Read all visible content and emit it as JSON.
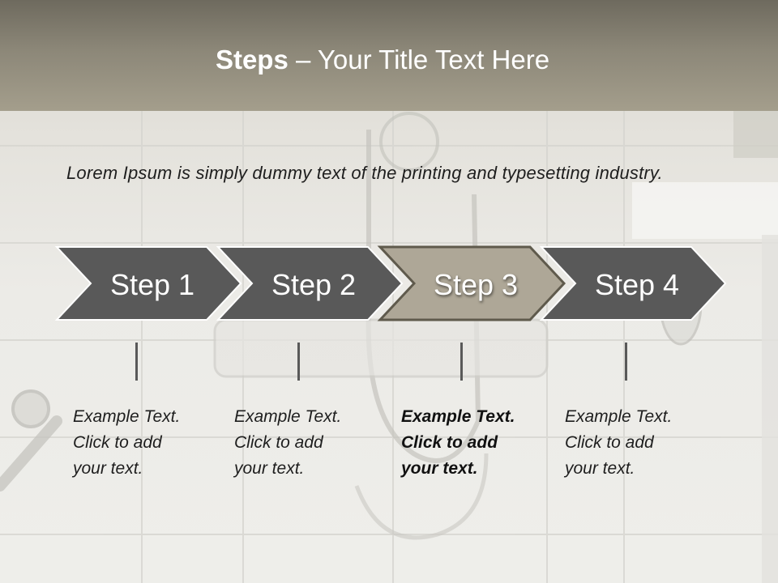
{
  "slide": {
    "title_bold": "Steps",
    "title_rest": " – Your Title Text Here",
    "intro": "Lorem Ipsum is simply dummy text of the printing and typesetting industry."
  },
  "colors": {
    "header": "#8c8778",
    "step_fill": "#595959",
    "step_active_fill": "#aea797",
    "step_border": "#ffffff",
    "step_active_border": "#5f5a4c"
  },
  "steps": [
    {
      "label": "Step 1",
      "text": "Example Text.\nClick  to add\nyour text.",
      "active": false
    },
    {
      "label": "Step 2",
      "text": "Example Text.\nClick  to add\nyour text.",
      "active": false
    },
    {
      "label": "Step 3",
      "text": "Example Text.\nClick  to add\nyour text.",
      "active": true
    },
    {
      "label": "Step 4",
      "text": "Example Text.\nClick  to add\nyour text.",
      "active": false
    }
  ]
}
